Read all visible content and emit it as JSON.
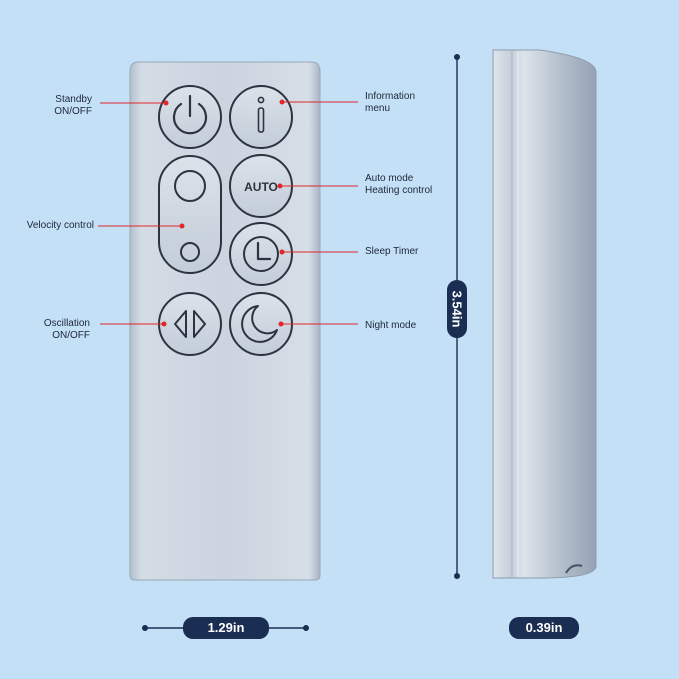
{
  "callouts": {
    "standby": [
      "Standby",
      "ON/OFF"
    ],
    "information": [
      "Information",
      "menu"
    ],
    "auto": [
      "Auto mode",
      "Heating control"
    ],
    "velocity": [
      "Velocity control"
    ],
    "sleep": [
      "Sleep Timer"
    ],
    "oscillation": [
      "Oscillation",
      "ON/OFF"
    ],
    "night": [
      "Night mode"
    ]
  },
  "buttons": {
    "auto_label": "AUTO"
  },
  "dimensions": {
    "width": "1.29in",
    "depth": "0.39in",
    "height": "3.54in"
  },
  "colors": {
    "background": "#c4e0f6",
    "remote_body": "#c9d3df",
    "button": "#cfd8e3",
    "leader_line": "#e0262c",
    "dimension": "#1a2d52"
  }
}
